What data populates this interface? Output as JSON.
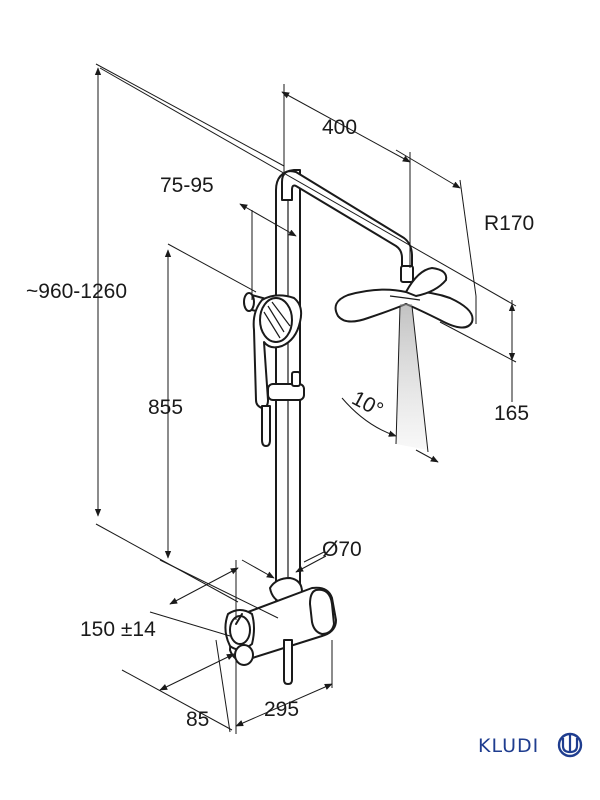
{
  "dimensions": {
    "overall_height": "~960-1260",
    "arm_length": "400",
    "hand_shower_offset": "75-95",
    "radius": "R170",
    "hand_shower_height": "855",
    "head_height": "165",
    "spray_angle": "10°",
    "rail_diameter": "Ø70",
    "wall_offset": "150 ±14",
    "depth": "85",
    "width": "295"
  },
  "brand": {
    "name": "KLUDI",
    "color": "#1f3d8f",
    "logo_icon": "kludi-logo-icon"
  }
}
